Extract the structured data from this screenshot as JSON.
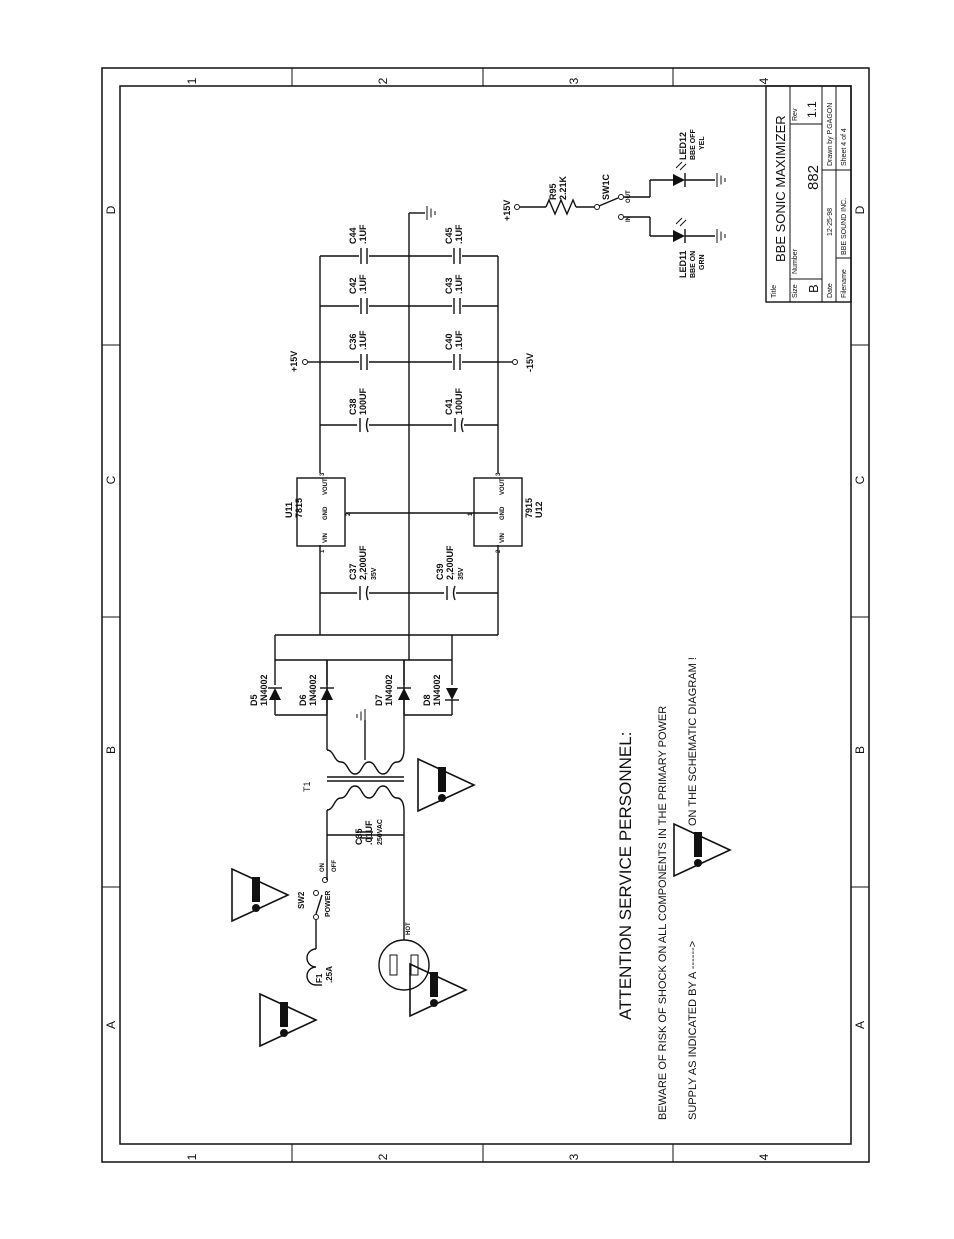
{
  "zones": {
    "top": [
      "1",
      "2",
      "3",
      "4"
    ],
    "bottom": [
      "1",
      "2",
      "3",
      "4"
    ],
    "left": [
      "D",
      "C",
      "B",
      "A"
    ],
    "right": [
      "D",
      "C",
      "B",
      "A"
    ]
  },
  "title_block": {
    "title_label": "Title",
    "title": "BBE SONIC MAXIMIZER",
    "size_label": "Size",
    "size": "B",
    "number_label": "Number",
    "number": "882",
    "rev_label": "Rev",
    "rev": "1.1",
    "date_label": "Date",
    "date": "12-25-98",
    "drawn_by": "Drawn by P.GAGON",
    "filename_label": "Filename",
    "filename": "BBE SOUND INC.",
    "sheet": "Sheet 4 of 4"
  },
  "components": {
    "sw2": {
      "ref": "SW2",
      "name": "POWER",
      "off": "OFF",
      "on": "ON"
    },
    "f1": {
      "ref": "F1",
      "value": ".25A"
    },
    "plug": {
      "label": "HOT"
    },
    "c35": {
      "ref": "C35",
      "value": ".01UF",
      "rating": "250VAC"
    },
    "t1": {
      "ref": "T1"
    },
    "d5": {
      "ref": "D5",
      "value": "1N4002"
    },
    "d6": {
      "ref": "D6",
      "value": "1N4002"
    },
    "d7": {
      "ref": "D7",
      "value": "1N4002"
    },
    "d8": {
      "ref": "D8",
      "value": "1N4002"
    },
    "c37": {
      "ref": "C37",
      "value": "2,200UF",
      "rating": "35V"
    },
    "c39": {
      "ref": "C39",
      "value": "2,200UF",
      "rating": "35V"
    },
    "u11": {
      "ref": "U11",
      "part": "7815",
      "vin": "VIN",
      "gnd": "GND",
      "vout": "VOUT",
      "pin1": "1",
      "pin2": "2",
      "pin3": "3"
    },
    "u12": {
      "ref": "U12",
      "part": "7915",
      "vin": "VIN",
      "gnd": "GND",
      "vout": "VOUT",
      "pin1": "1",
      "pin2": "2",
      "pin3": "3"
    },
    "c38": {
      "ref": "C38",
      "value": "100UF"
    },
    "c41": {
      "ref": "C41",
      "value": "100UF"
    },
    "c36": {
      "ref": "C36",
      "value": ".1UF"
    },
    "c40": {
      "ref": "C40",
      "value": ".1UF"
    },
    "c42": {
      "ref": "C42",
      "value": ".1UF"
    },
    "c43": {
      "ref": "C43",
      "value": ".1UF"
    },
    "c44": {
      "ref": "C44",
      "value": ".1UF"
    },
    "c45": {
      "ref": "C45",
      "value": ".1UF"
    },
    "r95": {
      "ref": "R95",
      "value": "2.21K"
    },
    "sw1c": {
      "ref": "SW1C",
      "pos_a": "IN",
      "pos_b": "OUT"
    },
    "led11": {
      "ref": "LED11",
      "desc": "BBE ON",
      "color": "GRN"
    },
    "led12": {
      "ref": "LED12",
      "desc": "BBE OFF",
      "color": "YEL"
    }
  },
  "rails": {
    "pos": "+15V",
    "neg": "-15V",
    "pos_led": "+15V"
  },
  "warning": {
    "heading": "ATTENTION SERVICE PERSONNEL:",
    "line1": "BEWARE OF RISK OF SHOCK ON ALL COMPONENTS IN THE PRIMARY POWER",
    "line2": "SUPPLY AS INDICATED BY A ------>",
    "line3": "ON THE SCHEMATIC DIAGRAM !"
  }
}
